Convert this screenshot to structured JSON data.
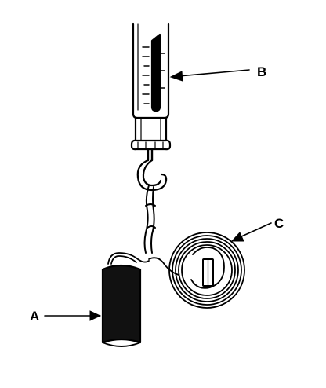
{
  "diagram": {
    "labels": {
      "a": "A",
      "b": "B",
      "c": "C"
    },
    "parts": {
      "a_icon": "cylindrical-post-icon",
      "b_icon": "spring-scale-icon",
      "c_icon": "coil-spring-icon"
    },
    "colors": {
      "ink": "#000000",
      "paper": "#ffffff",
      "fill": "#111111"
    }
  }
}
